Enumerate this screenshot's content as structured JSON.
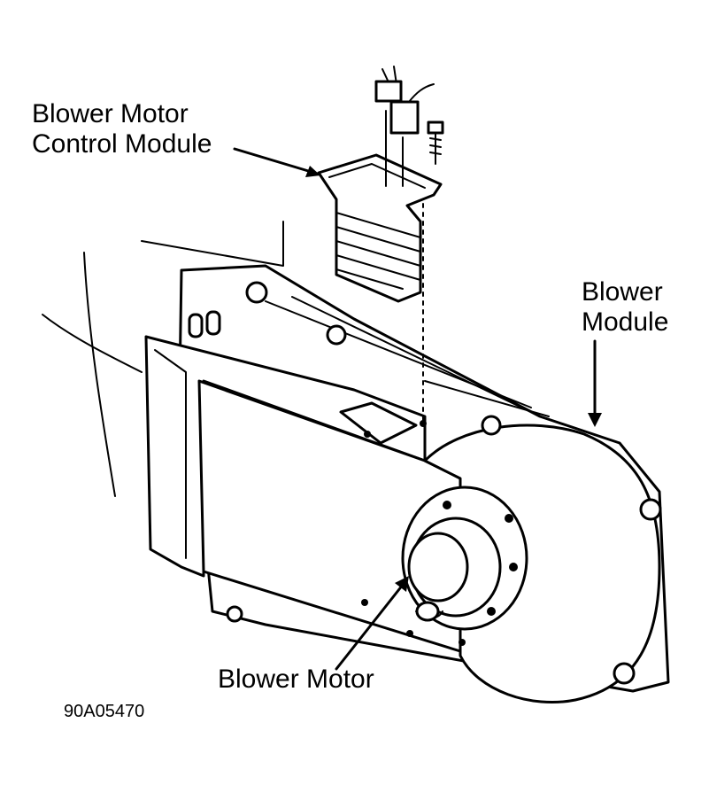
{
  "labels": {
    "control_module_line1": "Blower Motor",
    "control_module_line2": "Control Module",
    "blower_module_line1": "Blower",
    "blower_module_line2": "Module",
    "blower_motor": "Blower Motor"
  },
  "figure_id": "90A05470",
  "colors": {
    "ink": "#000000",
    "paper": "#ffffff"
  }
}
